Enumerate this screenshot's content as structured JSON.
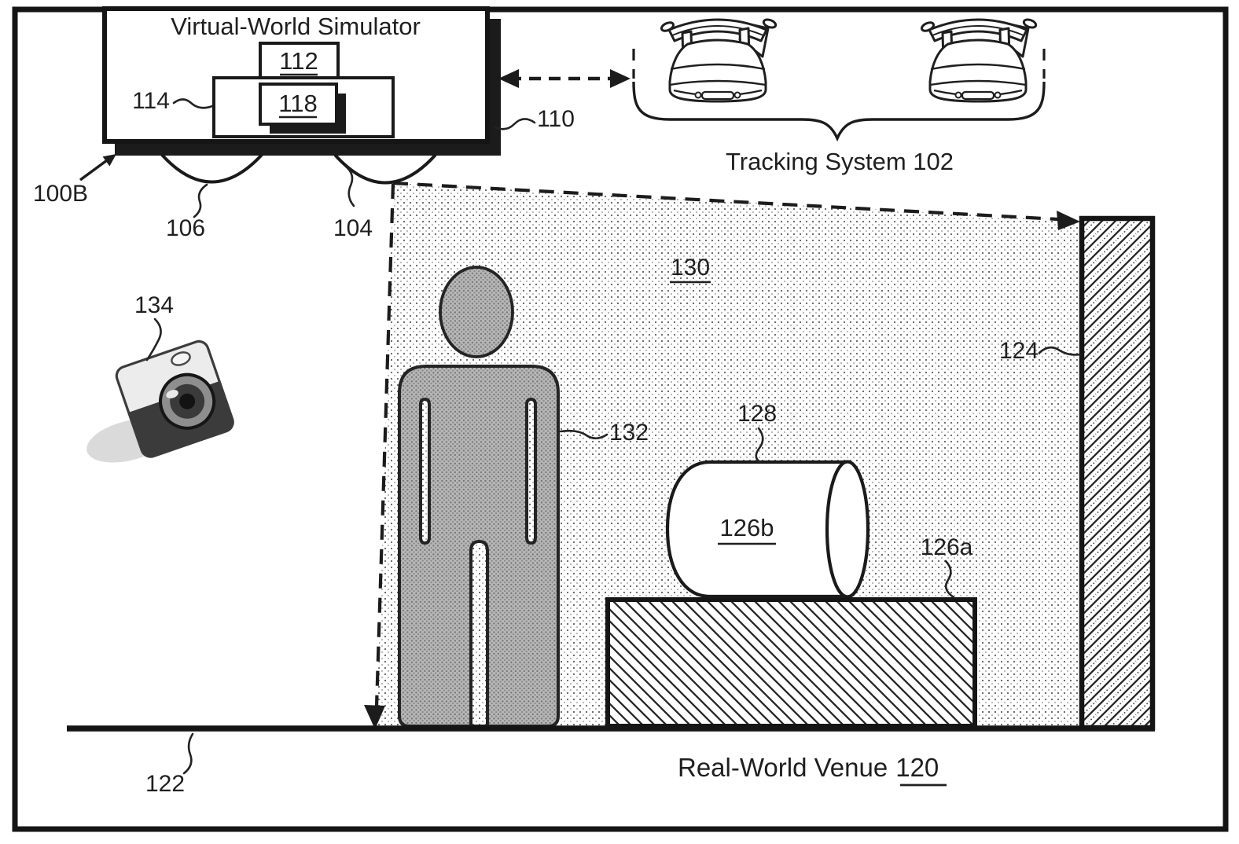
{
  "figure": {
    "ref_label": "100B"
  },
  "simulator": {
    "title": "Virtual-World Simulator",
    "processor_ref": "112",
    "memory_ref": "114",
    "software_ref": "118",
    "link_ref": "110",
    "left_lens_ref": "106",
    "right_lens_ref": "104"
  },
  "tracking_system": {
    "caption": "Tracking System 102"
  },
  "venue": {
    "caption": "Real-World Venue",
    "ref": "120",
    "floor_ref": "122",
    "wall_ref": "124",
    "pedestal_ref": "126a",
    "prop_ref": "126b",
    "prop_pointer_ref": "128",
    "projection_field_ref": "130",
    "person_ref": "132",
    "camera_ref": "134"
  },
  "colors": {
    "ink": "#1c1c1c",
    "paper": "#ffffff",
    "shadow": "#1b1b1b",
    "person_gray": "#b7b7b7"
  }
}
